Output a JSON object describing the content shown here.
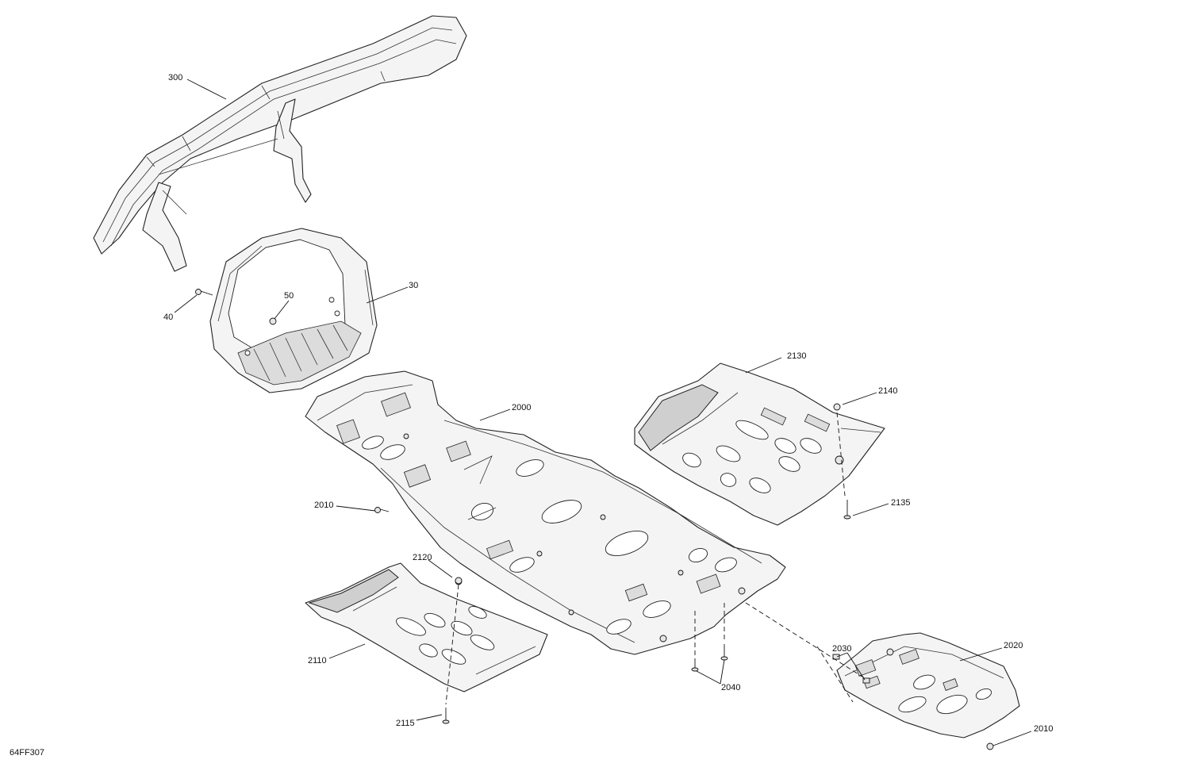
{
  "diagram_code": "64FF307",
  "callouts": {
    "c300": "300",
    "c30": "30",
    "c40": "40",
    "c50": "50",
    "c2000": "2000",
    "c2010_left": "2010",
    "c2010_right": "2010",
    "c2020": "2020",
    "c2030": "2030",
    "c2040": "2040",
    "c2110": "2110",
    "c2115": "2115",
    "c2120": "2120",
    "c2130": "2130",
    "c2135": "2135",
    "c2140": "2140"
  }
}
